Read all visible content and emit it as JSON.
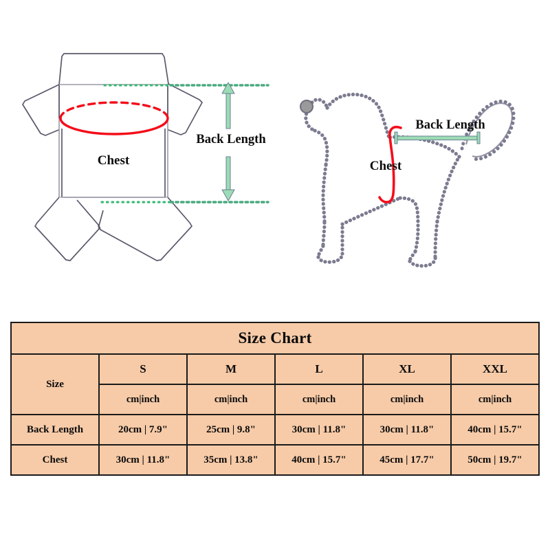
{
  "diagrams": {
    "garment": {
      "name": "pet-shirt-flat-lay-diagram",
      "chest_label": "Chest",
      "back_length_label": "Back Length",
      "chest_marker_color": "#f40d1a",
      "back_length_marker_color": "#8fd6ac",
      "guide_line_color": "#3cba77",
      "outline_color": "#59596b"
    },
    "dog": {
      "name": "dog-side-view-diagram",
      "chest_label": "Chest",
      "back_length_label": "Back Length",
      "chest_marker_color": "#f40d1a",
      "back_length_marker_color": "#8fd6ac",
      "outline_color": "#7b7b90",
      "nose_color": "#9a9a9a"
    }
  },
  "size_chart": {
    "title": "Size Chart",
    "size_header": "Size",
    "unit_header": "cm|inch",
    "sizes": [
      "S",
      "M",
      "L",
      "XL",
      "XXL"
    ],
    "rows": [
      {
        "label": "Back Length",
        "values": [
          "20cm | 7.9\"",
          "25cm | 9.8\"",
          "30cm | 11.8\"",
          "30cm | 11.8\"",
          "40cm | 15.7\""
        ]
      },
      {
        "label": "Chest",
        "values": [
          "30cm | 11.8\"",
          "35cm | 13.8\"",
          "40cm | 15.7\"",
          "45cm | 17.7\"",
          "50cm | 19.7\""
        ]
      }
    ],
    "colors": {
      "background": "#f7cba8",
      "border": "#1a1a1a",
      "text": "#0a0a0a"
    }
  }
}
